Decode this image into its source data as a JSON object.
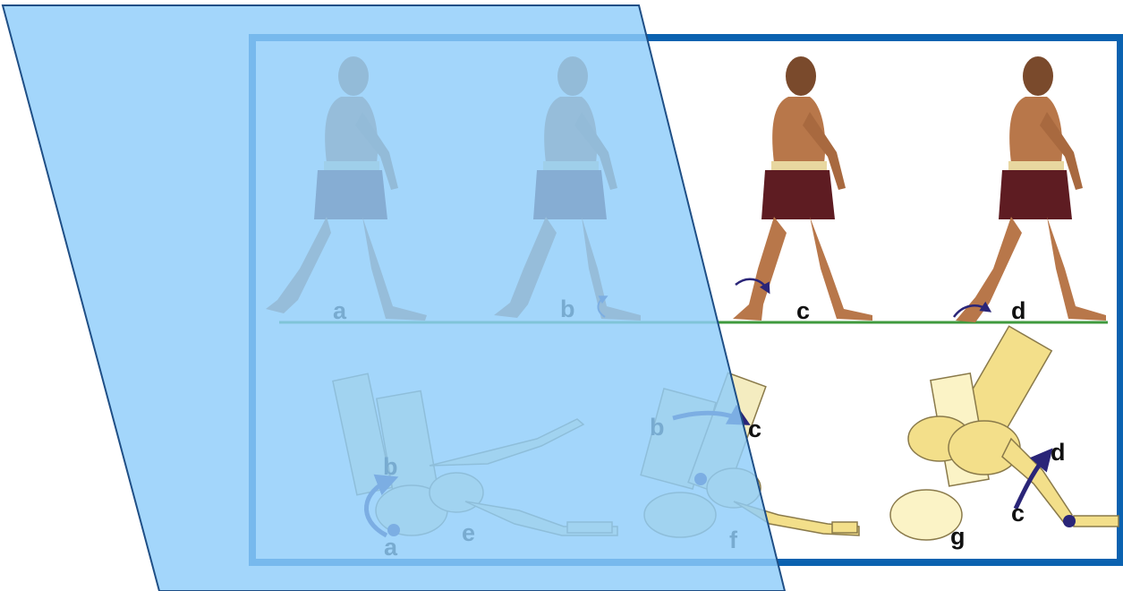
{
  "walk_labels": [
    "a",
    "b",
    "c",
    "d"
  ],
  "foot_labels": {
    "left": [
      "b",
      "a",
      "e"
    ],
    "middle": [
      "b",
      "c",
      "f"
    ],
    "right": [
      "d",
      "c",
      "g"
    ]
  },
  "colors": {
    "frame": "#0b62b0",
    "ground": "#3f9a3e",
    "overlay": "#8fcdfa",
    "arrow": "#2a2578",
    "bone": "#f3df8a",
    "bone_light": "#fbf3c6",
    "skin": "#b8774a",
    "shorts": "#5e1c22"
  }
}
